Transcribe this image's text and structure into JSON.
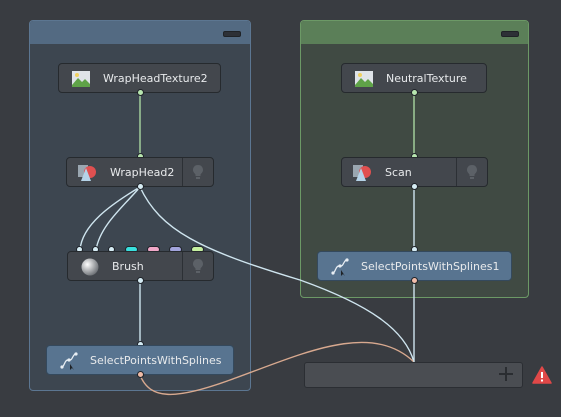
{
  "nodes": {
    "wrap_head_texture": {
      "label": "WrapHeadTexture2",
      "icon": "image-icon"
    },
    "wrap_head": {
      "label": "WrapHead2",
      "icon": "wrap-icon",
      "side_icon": "lightbulb-icon"
    },
    "brush": {
      "label": "Brush",
      "icon": "sphere-icon",
      "side_icon": "lightbulb-icon"
    },
    "select_points_left": {
      "label": "SelectPointsWithSplines",
      "icon": "spline-icon"
    },
    "neutral_texture": {
      "label": "NeutralTexture",
      "icon": "image-icon"
    },
    "scan": {
      "label": "Scan",
      "icon": "wrap-icon",
      "side_icon": "lightbulb-icon"
    },
    "select_points_right": {
      "label": "SelectPointsWithSplines1",
      "icon": "spline-icon"
    }
  },
  "groups": {
    "left": {
      "color": "#536a82"
    },
    "right": {
      "color": "#5b7f58"
    }
  },
  "new_node": {
    "icon": "plus-icon"
  },
  "warning": {
    "icon": "warning-icon",
    "color": "#e04848"
  }
}
